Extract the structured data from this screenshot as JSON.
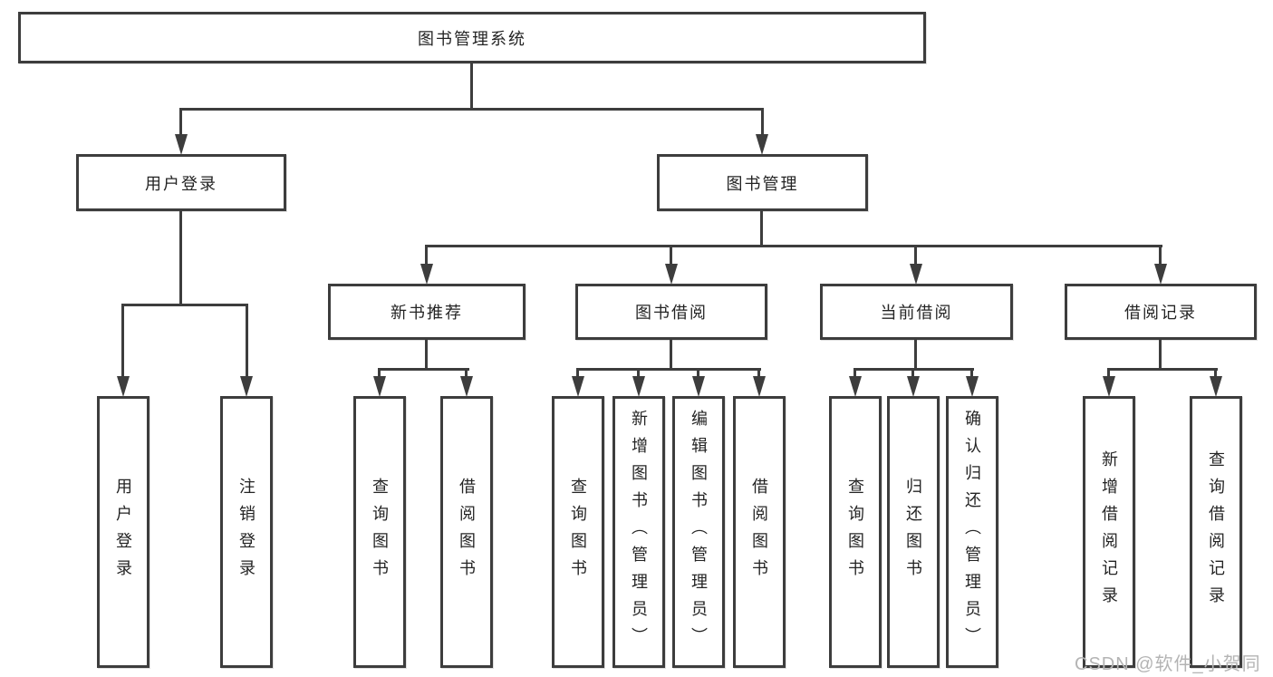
{
  "tree": {
    "label": "图书管理系统",
    "children": [
      {
        "label": "用户登录",
        "children": [
          {
            "label": "用户登录"
          },
          {
            "label": "注销登录"
          }
        ]
      },
      {
        "label": "图书管理",
        "children": [
          {
            "label": "新书推荐",
            "children": [
              {
                "label": "查询图书"
              },
              {
                "label": "借阅图书"
              }
            ]
          },
          {
            "label": "图书借阅",
            "children": [
              {
                "label": "查询图书"
              },
              {
                "label": "新增图书（管理员）"
              },
              {
                "label": "编辑图书（管理员）"
              },
              {
                "label": "借阅图书"
              }
            ]
          },
          {
            "label": "当前借阅",
            "children": [
              {
                "label": "查询图书"
              },
              {
                "label": "归还图书"
              },
              {
                "label": "确认归还（管理员）"
              }
            ]
          },
          {
            "label": "借阅记录",
            "children": [
              {
                "label": "新增借阅记录"
              },
              {
                "label": "查询借阅记录"
              }
            ]
          }
        ]
      }
    ]
  },
  "watermark": "CSDN @软件_小贺同学",
  "colors": {
    "line": "#3d3d3d",
    "box_border": "#3d3d3d",
    "text": "#242424",
    "watermark": "#b4b4b4",
    "background": "#ffffff"
  }
}
